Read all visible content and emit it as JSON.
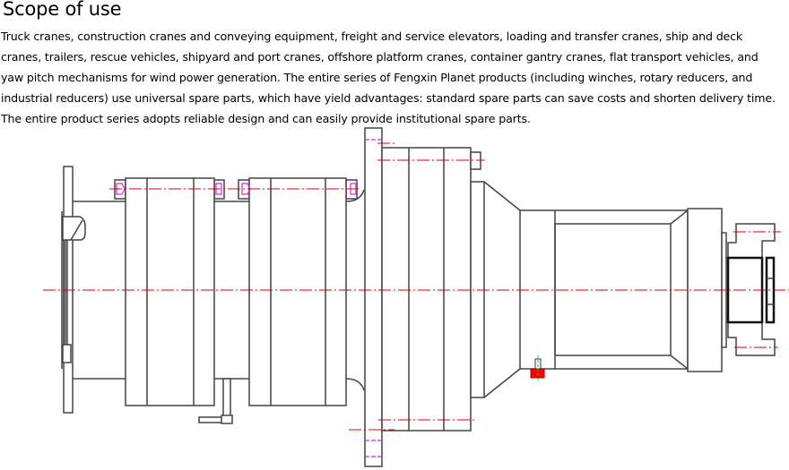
{
  "heading": "Scope of use",
  "paragraph_lines": [
    "Truck cranes, construction cranes and conveying equipment, freight and service elevators, loading and transfer cranes, ship and deck",
    "cranes, trailers, rescue vehicles, shipyard and port cranes, offshore platform cranes, container gantry cranes, flat transport vehicles, and",
    "yaw pitch mechanisms for wind power generation. The entire series of Fengxin Planet products (including winches, rotary reducers, and",
    "industrial reducers) use universal spare parts, which have yield advantages: standard spare parts can save costs and shorten delivery time.",
    "The entire product series adopts reliable design and can easily provide institutional spare parts."
  ],
  "colors": {
    "centerline": "#e00000",
    "bolt": "#e020e0",
    "marker": "#ff0000",
    "outline": "#444444"
  }
}
